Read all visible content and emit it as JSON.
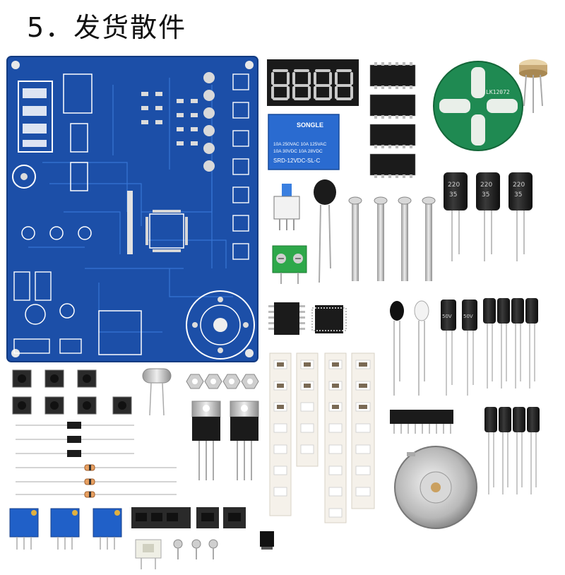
{
  "title": "5．发货散件",
  "relay": {
    "brand": "SONGLE",
    "ratings_line1": "10A 250VAC  10A 125VAC",
    "ratings_line2": "10A  30VDC  10A  28VDC",
    "model": "SRD-12VDC-SL-C"
  },
  "round_pcb": {
    "label": "LK12072"
  },
  "capacitors": {
    "large_label": "220",
    "large_voltage": "35",
    "small_label": "50V"
  },
  "colors": {
    "pcb_blue": "#1c4fa8",
    "pcb_trace": "#2f6fd0",
    "round_pcb_green": "#1f8a52",
    "terminal_green": "#2ea84a",
    "trimmer_blue": "#2060c8",
    "chip_black": "#1b1b1b"
  }
}
